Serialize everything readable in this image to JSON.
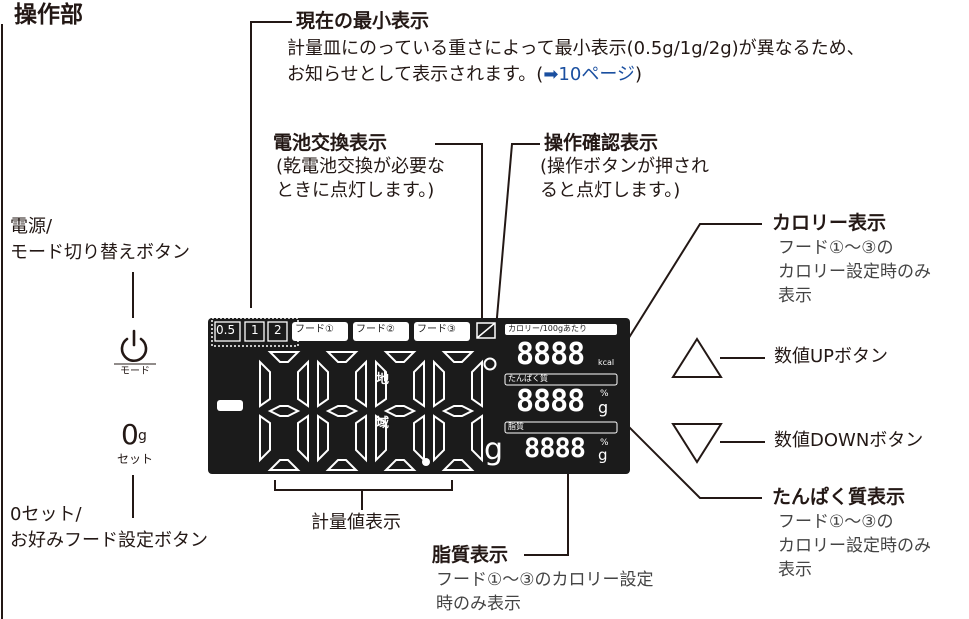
{
  "title": "操作部",
  "labels": {
    "min_display_title": "現在の最小表示",
    "min_display_desc1": "計量皿にのっている重さによって最小表示(0.5g/1g/2g)が異なるため、",
    "min_display_desc2_pre": "お知らせとして表示されます。(",
    "min_display_desc2_link": "➡10ページ",
    "min_display_desc2_post": ")",
    "battery_title": "電池交換表示",
    "battery_desc1": "(乾電池交換が必要な",
    "battery_desc2": "ときに点灯します。)",
    "confirm_title": "操作確認表示",
    "confirm_desc1": "(操作ボタンが押され",
    "confirm_desc2": "ると点灯します。)",
    "calorie_title": "カロリー表示",
    "calorie_desc1": "フード①～③の",
    "calorie_desc2": "カロリー設定時のみ",
    "calorie_desc3": "表示",
    "power_title1": "電源/",
    "power_title2": "モード切り替えボタン",
    "up_button": "数値UPボタン",
    "down_button": "数値DOWNボタン",
    "zero_title1": "0セット/",
    "zero_title2": "お好みフード設定ボタン",
    "weight_display": "計量値表示",
    "protein_title": "たんぱく質表示",
    "protein_desc1": "フード①～③の",
    "protein_desc2": "カロリー設定時のみ",
    "protein_desc3": "表示",
    "fat_title": "脂質表示",
    "fat_desc1": "フード①～③のカロリー設定",
    "fat_desc2": "時のみ表示"
  },
  "buttons": {
    "mode_label": "モード",
    "zero_symbol": "0",
    "zero_unit": "g",
    "zero_label": "セット"
  },
  "lcd": {
    "min_boxes": [
      "0.5",
      "1",
      "2"
    ],
    "food_labels": [
      "フード①",
      "フード②",
      "フード③"
    ],
    "calorie_header": "カロリー/100gあたり",
    "calorie_digits": "8888",
    "calorie_unit": "kcal",
    "protein_header": "たんぱく質",
    "protein_digits": "8888",
    "fat_header": "脂質",
    "fat_digits": "8888",
    "percent_unit": "%",
    "gram_unit": "g",
    "region_top": "地",
    "region_bottom": "域",
    "main_unit": "g"
  },
  "colors": {
    "text": "#231815",
    "lcd_bg": "#1b1b1b",
    "segment": "#ffffff",
    "link": "#1a4fa0"
  }
}
